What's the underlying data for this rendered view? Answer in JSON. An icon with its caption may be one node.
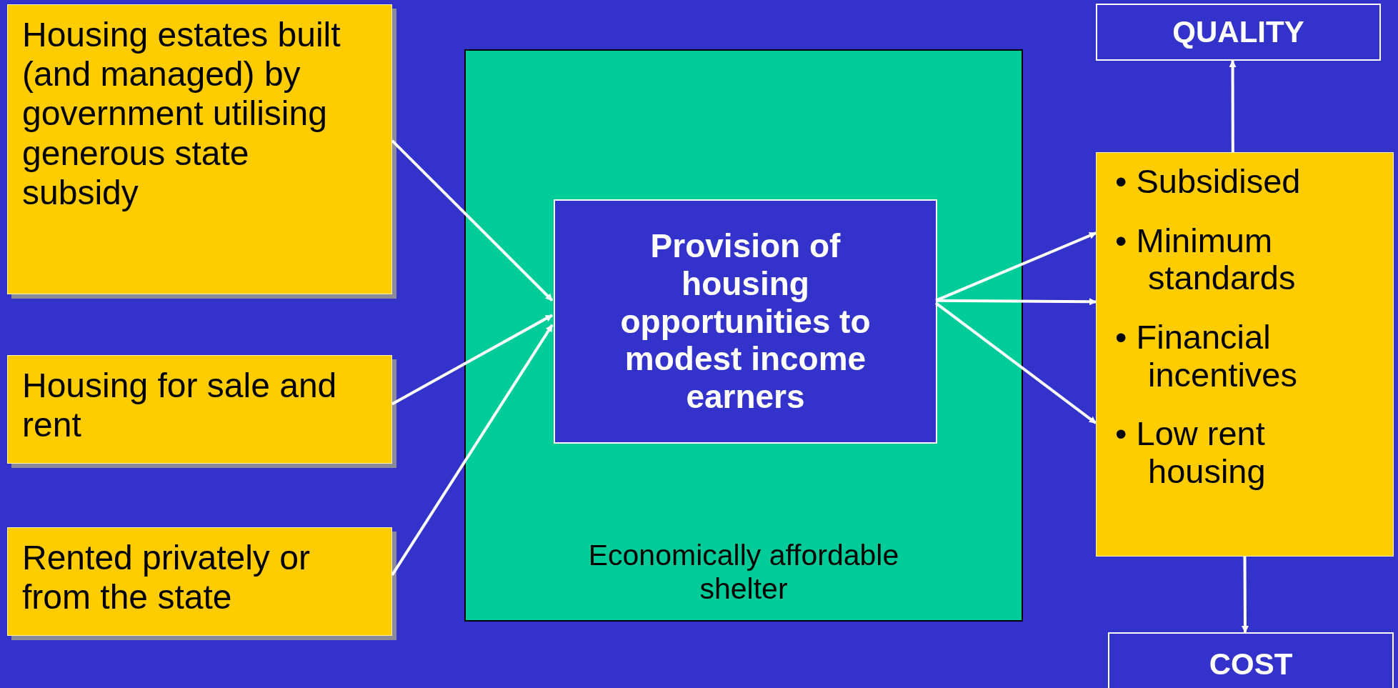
{
  "diagram": {
    "nodes": [
      {
        "text": [
          "Housing estates built (and managed) by government utilising generous state subsidy"
        ]
      },
      {
        "text": [
          "Housing for sale and rent"
        ]
      },
      {
        "text": [
          "Rented privately or from the state"
        ]
      },
      {
        "text": [
          "Economically affordable shelter"
        ]
      },
      {
        "text": [
          "Provision of housing opportunities to modest income earners"
        ],
        "in": 3
      },
      {
        "text": [
          "• Subsidised",
          "• Minimum standards",
          "• Financial incentives",
          "• Low rent housing"
        ]
      },
      {
        "text": [
          "QUALITY"
        ]
      },
      {
        "text": [
          "COST"
        ]
      }
    ],
    "edges": [
      {
        "from": 0,
        "to": 4,
        "arrow": "to"
      },
      {
        "from": 1,
        "to": 4,
        "arrow": "to"
      },
      {
        "from": 2,
        "to": 4,
        "arrow": "to"
      },
      {
        "from": 4,
        "to": 5,
        "arrow": "to"
      },
      {
        "from": 4,
        "to": 5,
        "arrow": "to"
      },
      {
        "from": 4,
        "to": 5,
        "arrow": "to"
      },
      {
        "from": 5,
        "to": 6,
        "arrow": "to"
      },
      {
        "from": 5,
        "to": 7,
        "arrow": "to"
      }
    ]
  }
}
